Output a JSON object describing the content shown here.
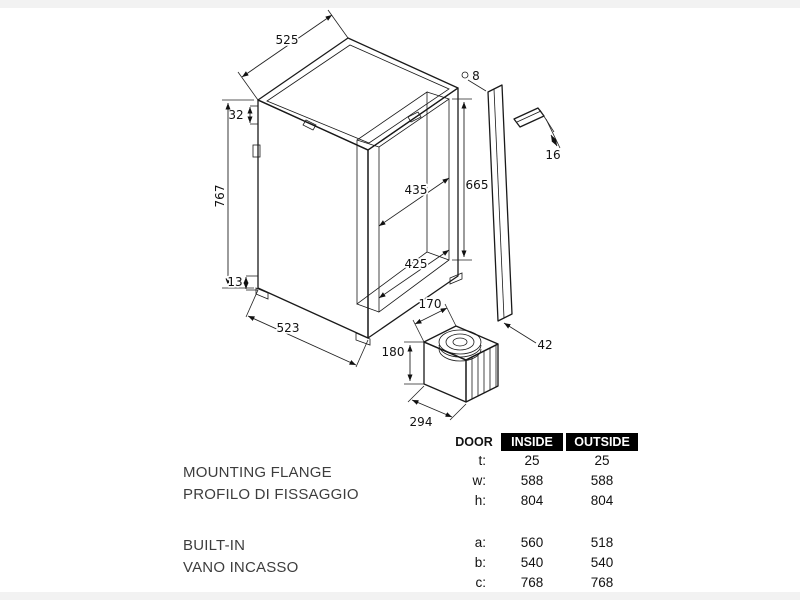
{
  "diagram": {
    "dims": {
      "top_depth": "525",
      "hole_dia": "8",
      "flange_offset_top": "32",
      "height": "767",
      "inner_width_top": "435",
      "inner_height": "665",
      "inner_width_bottom": "425",
      "bottom_offset": "13",
      "bottom_depth": "523",
      "door_flange": "16",
      "door_bottom_gap": "42",
      "unit_width": "170",
      "unit_height": "180",
      "unit_depth": "294"
    }
  },
  "sections": {
    "mounting_flange": {
      "en": "MOUNTING FLANGE",
      "it": "PROFILO DI FISSAGGIO"
    },
    "built_in": {
      "en": "BUILT-IN",
      "it": "VANO INCASSO"
    }
  },
  "table": {
    "headers": {
      "door": "DOOR",
      "inside": "INSIDE",
      "outside": "OUTSIDE"
    },
    "rows_flange": [
      {
        "label": "t:",
        "inside": "25",
        "outside": "25"
      },
      {
        "label": "w:",
        "inside": "588",
        "outside": "588"
      },
      {
        "label": "h:",
        "inside": "804",
        "outside": "804"
      }
    ],
    "rows_builtin": [
      {
        "label": "a:",
        "inside": "560",
        "outside": "518"
      },
      {
        "label": "b:",
        "inside": "540",
        "outside": "540"
      },
      {
        "label": "c:",
        "inside": "768",
        "outside": "768"
      }
    ]
  },
  "colors": {
    "header_bg": "#000000",
    "header_fg": "#ffffff",
    "line": "#1a1a1a"
  }
}
